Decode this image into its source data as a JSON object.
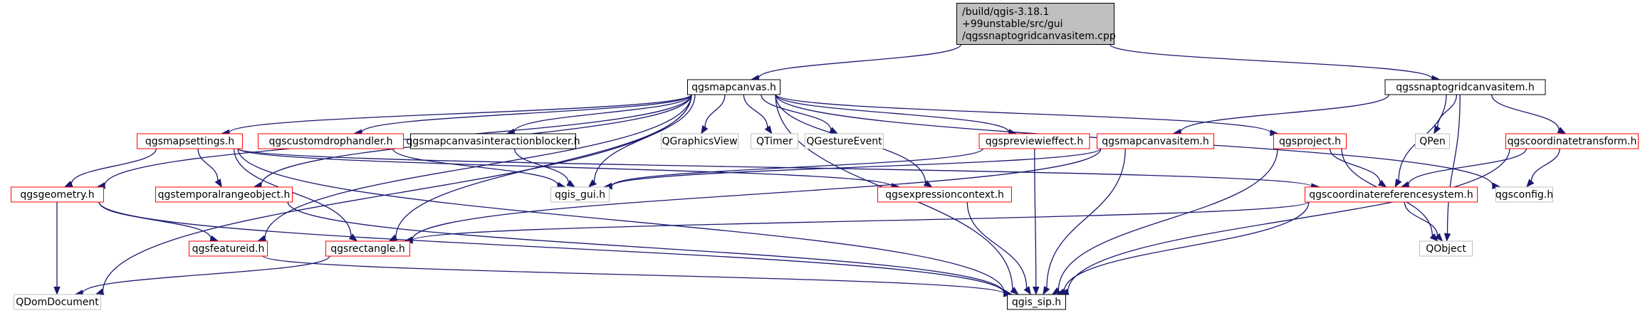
{
  "diagram": {
    "root": {
      "label_lines": [
        "/build/qgis-3.18.1",
        "+99unstable/src/gui",
        "/qgssnaptogridcanvasitem.cpp"
      ]
    },
    "nodes": {
      "qgsmapcanvas": {
        "label": "qgsmapcanvas.h",
        "style": "black"
      },
      "qgssnaptogridcanvasitem": {
        "label": "qgssnaptogridcanvasitem.h",
        "style": "black"
      },
      "qgsmapsettings": {
        "label": "qgsmapsettings.h",
        "style": "red"
      },
      "qgscustomdrophandler": {
        "label": "qgscustomdrophandler.h",
        "style": "red"
      },
      "qgsmapcanvasinteractionblocker": {
        "label": "qgsmapcanvasinteractionblocker.h",
        "style": "black"
      },
      "QGraphicsView": {
        "label": "QGraphicsView",
        "style": "gray"
      },
      "QTimer": {
        "label": "QTimer",
        "style": "gray"
      },
      "QGestureEvent": {
        "label": "QGestureEvent",
        "style": "gray"
      },
      "qgspreviewieffect": {
        "label": "qgspreviewieffect.h",
        "style": "red"
      },
      "qgsmapcanvasitem": {
        "label": "qgsmapcanvasitem.h",
        "style": "red"
      },
      "qgsproject": {
        "label": "qgsproject.h",
        "style": "red"
      },
      "QPen": {
        "label": "QPen",
        "style": "gray"
      },
      "qgscoordinatetransform": {
        "label": "qgscoordinatetransform.h",
        "style": "red"
      },
      "qgsgeometry": {
        "label": "qgsgeometry.h",
        "style": "red"
      },
      "qgstemporalrangeobject": {
        "label": "qgstemporalrangeobject.h",
        "style": "red"
      },
      "qgis_gui": {
        "label": "qgis_gui.h",
        "style": "gray"
      },
      "qgsexpressioncontext": {
        "label": "qgsexpressioncontext.h",
        "style": "red"
      },
      "qgscoordinatereferencesystem": {
        "label": "qgscoordinatereferencesystem.h",
        "style": "red"
      },
      "qgsconfig": {
        "label": "qgsconfig.h",
        "style": "gray"
      },
      "qgsfeatureid": {
        "label": "qgsfeatureid.h",
        "style": "red"
      },
      "qgsrectangle": {
        "label": "qgsrectangle.h",
        "style": "red"
      },
      "QObject": {
        "label": "QObject",
        "style": "gray"
      },
      "QDomDocument": {
        "label": "QDomDocument",
        "style": "gray"
      },
      "qgis_sip": {
        "label": "qgis_sip.h",
        "style": "black"
      }
    },
    "edges": [
      [
        "root",
        "qgsmapcanvas"
      ],
      [
        "root",
        "qgssnaptogridcanvasitem"
      ],
      [
        "qgsmapcanvas",
        "qgsmapsettings"
      ],
      [
        "qgsmapcanvas",
        "qgscustomdrophandler"
      ],
      [
        "qgsmapcanvas",
        "qgsmapcanvasinteractionblocker"
      ],
      [
        "qgsmapcanvas",
        "QGraphicsView"
      ],
      [
        "qgsmapcanvas",
        "QTimer"
      ],
      [
        "qgsmapcanvas",
        "QGestureEvent"
      ],
      [
        "qgsmapcanvas",
        "qgspreviewieffect"
      ],
      [
        "qgsmapcanvas",
        "qgsproject"
      ],
      [
        "qgsmapcanvas",
        "qgsconfig"
      ],
      [
        "qgsmapcanvas",
        "qgis_sip"
      ],
      [
        "qgsmapcanvas",
        "qgsexpressioncontext"
      ],
      [
        "qgsmapcanvas",
        "qgis_gui"
      ],
      [
        "qgsmapcanvas",
        "qgsfeatureid"
      ],
      [
        "qgsmapcanvas",
        "qgsrectangle"
      ],
      [
        "qgsmapcanvas",
        "qgstemporalrangeobject"
      ],
      [
        "qgsmapcanvas",
        "qgsgeometry"
      ],
      [
        "qgsmapcanvas",
        "QDomDocument"
      ],
      [
        "qgssnaptogridcanvasitem",
        "qgsmapcanvasitem"
      ],
      [
        "qgssnaptogridcanvasitem",
        "QPen"
      ],
      [
        "qgssnaptogridcanvasitem",
        "qgscoordinatetransform"
      ],
      [
        "qgssnaptogridcanvasitem",
        "qgscoordinatereferencesystem"
      ],
      [
        "qgssnaptogridcanvasitem",
        "QObject"
      ],
      [
        "qgsmapsettings",
        "qgsgeometry"
      ],
      [
        "qgsmapsettings",
        "qgstemporalrangeobject"
      ],
      [
        "qgsmapsettings",
        "qgsrectangle"
      ],
      [
        "qgsmapsettings",
        "qgsexpressioncontext"
      ],
      [
        "qgsmapsettings",
        "qgscoordinatereferencesystem"
      ],
      [
        "qgsmapsettings",
        "qgis_sip"
      ],
      [
        "qgscustomdrophandler",
        "qgis_gui"
      ],
      [
        "qgsmapcanvasinteractionblocker",
        "qgis_gui"
      ],
      [
        "qgspreviewieffect",
        "qgis_gui"
      ],
      [
        "qgspreviewieffect",
        "qgis_sip"
      ],
      [
        "qgsmapcanvasitem",
        "qgis_gui"
      ],
      [
        "qgsmapcanvasitem",
        "qgsrectangle"
      ],
      [
        "qgsmapcanvasitem",
        "qgis_sip"
      ],
      [
        "qgsproject",
        "qgscoordinatereferencesystem"
      ],
      [
        "qgsproject",
        "QObject"
      ],
      [
        "qgsproject",
        "qgis_sip"
      ],
      [
        "qgscoordinatetransform",
        "qgscoordinatereferencesystem"
      ],
      [
        "qgscoordinatetransform",
        "qgsconfig"
      ],
      [
        "qgscoordinatetransform",
        "qgis_sip"
      ],
      [
        "qgsgeometry",
        "qgsfeatureid"
      ],
      [
        "qgsgeometry",
        "QDomDocument"
      ],
      [
        "qgsgeometry",
        "qgis_sip"
      ],
      [
        "qgstemporalrangeobject",
        "qgis_sip"
      ],
      [
        "qgsexpressioncontext",
        "qgis_sip"
      ],
      [
        "qgscoordinatereferencesystem",
        "qgsrectangle"
      ],
      [
        "qgscoordinatereferencesystem",
        "QObject"
      ],
      [
        "qgscoordinatereferencesystem",
        "qgis_sip"
      ],
      [
        "qgsfeatureid",
        "qgis_sip"
      ],
      [
        "qgsrectangle",
        "QDomDocument"
      ]
    ],
    "colors": {
      "edge": "#191970",
      "red_border": "#ff0000",
      "black_border": "#000000",
      "gray_border": "#bfbfbf",
      "root_fill": "#bfbfbf",
      "node_fill": "#ffffff"
    }
  }
}
